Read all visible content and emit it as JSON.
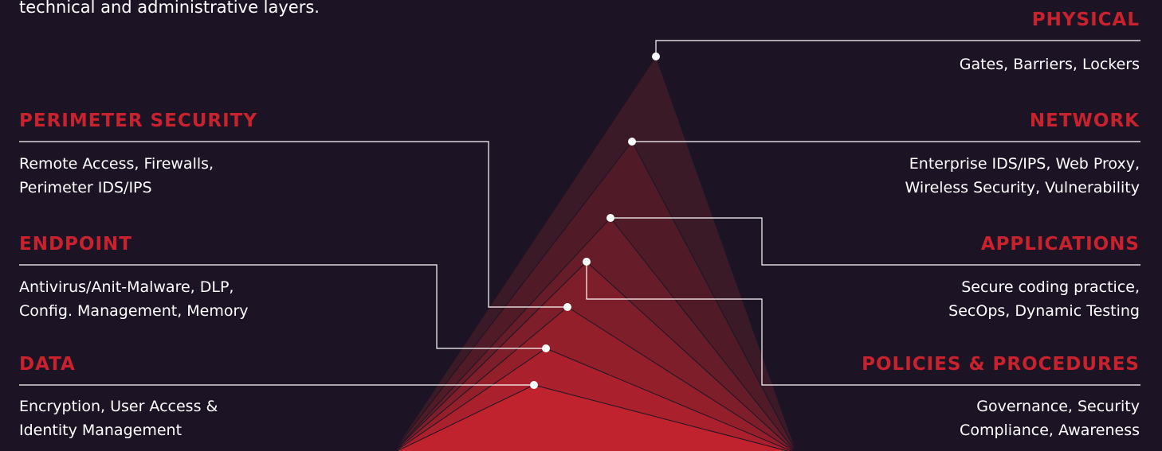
{
  "intro_text": "technical and administrative layers.",
  "colors": {
    "background": "#1c1424",
    "accent": "#c8222e",
    "text": "#ffffff",
    "pyramid_top": "#3a1a26",
    "pyramid_base": "#c0222e"
  },
  "layers": {
    "physical": {
      "title": "PHYSICAL",
      "lines": [
        "Gates, Barriers, Lockers"
      ]
    },
    "perimeter": {
      "title": "PERIMETER SECURITY",
      "lines": [
        "Remote Access, Firewalls,",
        "Perimeter IDS/IPS"
      ]
    },
    "network": {
      "title": "NETWORK",
      "lines": [
        "Enterprise IDS/IPS, Web Proxy,",
        "Wireless Security, Vulnerability"
      ]
    },
    "endpoint": {
      "title": "ENDPOINT",
      "lines": [
        "Antivirus/Anit-Malware, DLP,",
        "Config. Management, Memory"
      ]
    },
    "applications": {
      "title": "APPLICATIONS",
      "lines": [
        "Secure coding practice,",
        "SecOps, Dynamic Testing"
      ]
    },
    "data": {
      "title": "DATA",
      "lines": [
        "Encryption, User Access &",
        "Identity Management"
      ]
    },
    "policies": {
      "title": "POLICIES & PROCEDURES",
      "lines": [
        "Governance, Security",
        "Compliance, Awareness"
      ]
    }
  }
}
